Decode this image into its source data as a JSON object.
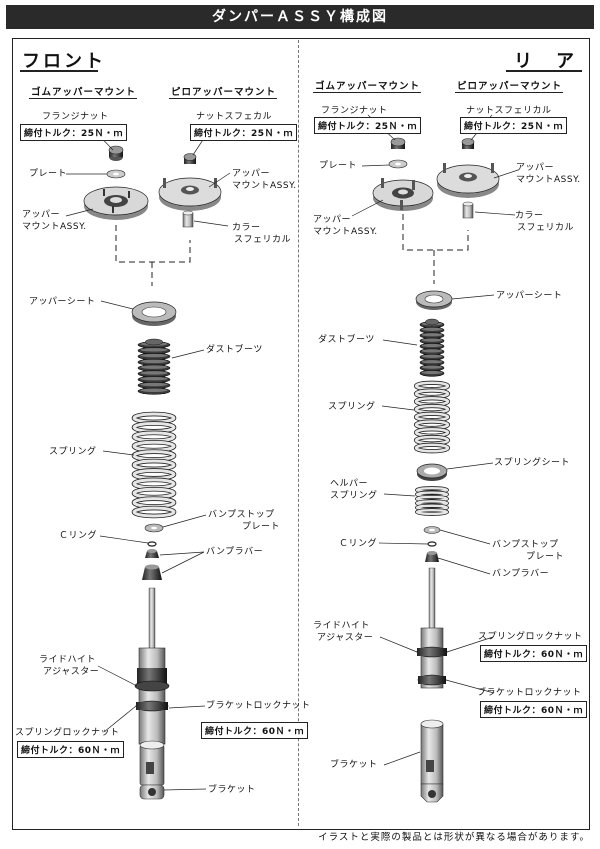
{
  "title": "ダンパーＡＳＳＹ構成図",
  "front": {
    "heading": "フロント",
    "col_rubber": "ゴムアッパーマウント",
    "col_pillow": "ピロアッパーマウント",
    "flange_nut": "フランジナット",
    "torque_25a": "締付トルク：25Ｎ・ｍ",
    "nut_spherical": "ナットスフェカル",
    "torque_25b": "締付トルク：25Ｎ・ｍ",
    "plate": "プレート",
    "upper_mount_l": [
      "アッパー",
      "マウントASSY."
    ],
    "upper_mount_r": [
      "アッパー",
      "マウントASSY."
    ],
    "collar": [
      "カラー",
      "スフェリカル"
    ],
    "upper_seat": "アッパーシート",
    "dust_boots": "ダストブーツ",
    "spring": "スプリング",
    "bump_stop_plate": [
      "バンプストップ",
      "プレート"
    ],
    "c_ring": "Ｃリング",
    "bump_rubber": "バンプラバー",
    "ride_height": [
      "ライドハイト",
      "アジャスター"
    ],
    "bracket_lock_nut": "ブラケットロックナット",
    "torque_60a": "締付トルク：60Ｎ・ｍ",
    "spring_lock_nut": "スプリングロックナット",
    "torque_60b": "締付トルク：60Ｎ・ｍ",
    "bracket": "ブラケット"
  },
  "rear": {
    "heading": "リ　ア",
    "col_rubber": "ゴムアッパーマウント",
    "col_pillow": "ピロアッパーマウント",
    "flange_nut": "フランジナット",
    "torque_25a": "締付トルク：25Ｎ・ｍ",
    "nut_spherical": "ナットスフェリカル",
    "torque_25b": "締付トルク：25Ｎ・ｍ",
    "plate": "プレート",
    "upper_mount_l": [
      "アッパー",
      "マウントASSY."
    ],
    "upper_mount_r": [
      "アッパー",
      "マウントASSY."
    ],
    "collar": [
      "カラー",
      "スフェリカル"
    ],
    "upper_seat": "アッパーシート",
    "dust_boots": "ダストブーツ",
    "spring": "スプリング",
    "spring_seat": "スプリングシート",
    "helper_spring": [
      "ヘルパー",
      "スプリング"
    ],
    "c_ring": "Ｃリング",
    "bump_stop_plate": [
      "バンプストップ",
      "プレート"
    ],
    "bump_rubber": "バンプラバー",
    "ride_height": [
      "ライドハイト",
      "アジャスター"
    ],
    "spring_lock_nut": "スプリングロックナット",
    "torque_60a": "締付トルク：60Ｎ・ｍ",
    "bracket_lock_nut": "ブラケットロックナット",
    "torque_60b": "締付トルク：60Ｎ・ｍ",
    "bracket": "ブラケット"
  },
  "footnote": "イラストと実際の製品とは形状が異なる場合があります。"
}
